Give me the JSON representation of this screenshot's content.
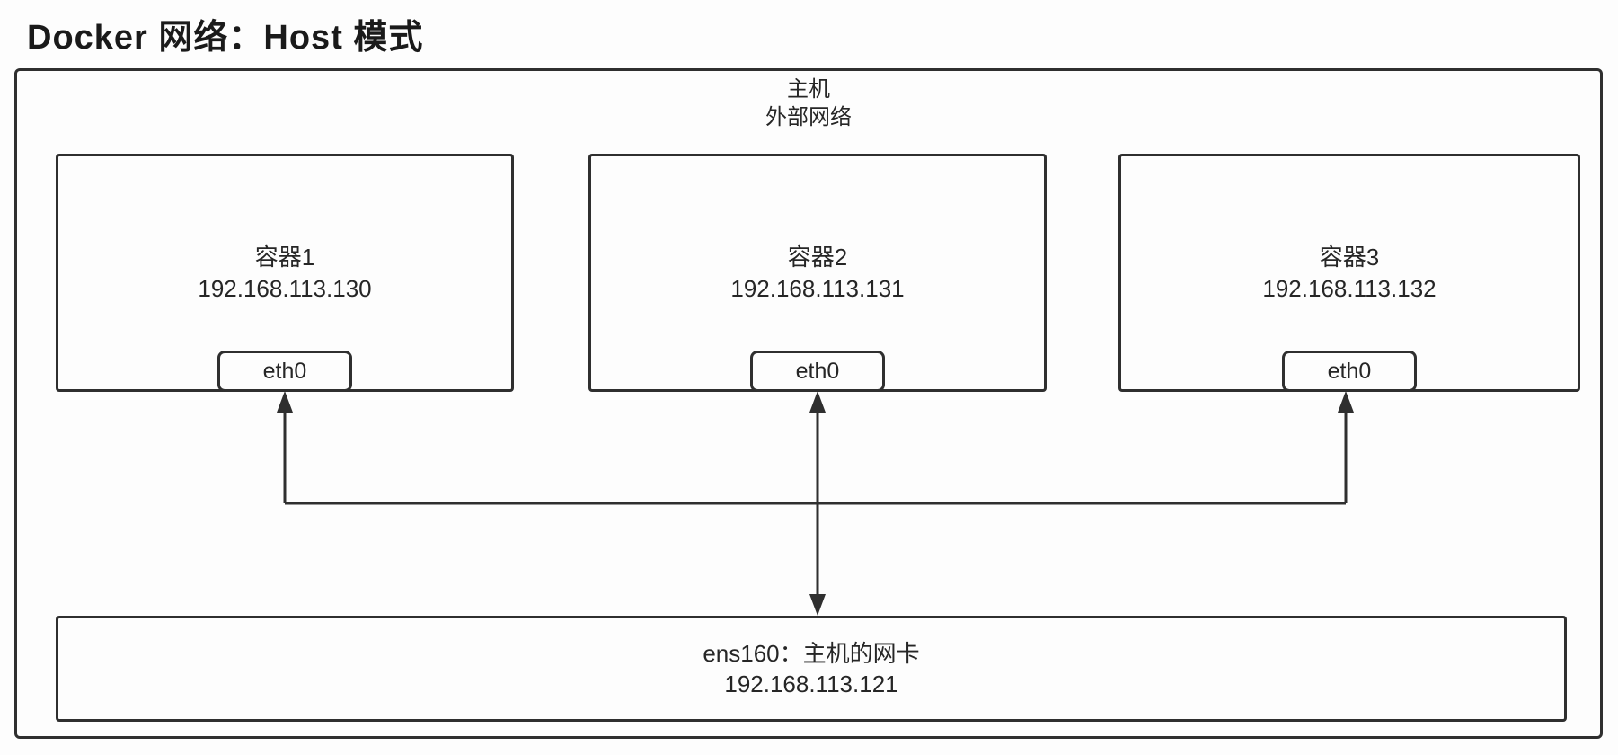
{
  "title": "Docker 网络：Host 模式",
  "host": {
    "label_line1": "主机",
    "label_line2": "外部网络"
  },
  "containers": [
    {
      "name": "容器1",
      "ip": "192.168.113.130",
      "iface": "eth0"
    },
    {
      "name": "容器2",
      "ip": "192.168.113.131",
      "iface": "eth0"
    },
    {
      "name": "容器3",
      "ip": "192.168.113.132",
      "iface": "eth0"
    }
  ],
  "nic": {
    "label": "ens160：主机的网卡",
    "ip": "192.168.113.121"
  },
  "colors": {
    "line": "#2f2f2f",
    "text": "#262626",
    "background": "#fdfdfd"
  }
}
